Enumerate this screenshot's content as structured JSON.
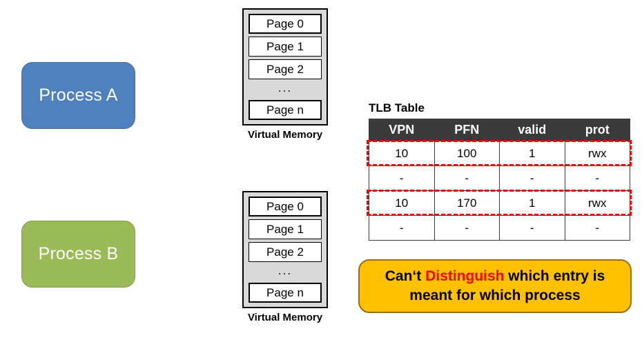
{
  "processes": [
    {
      "label": "Process A",
      "color": "#4E81BD"
    },
    {
      "label": "Process B",
      "color": "#9BBB59"
    }
  ],
  "virtual_memory": {
    "caption": "Virtual Memory",
    "pages": [
      "Page 0",
      "Page 1",
      "Page 2"
    ],
    "ellipsis": "...",
    "last_page": "Page n"
  },
  "tlb": {
    "title": "TLB Table",
    "headers": [
      "VPN",
      "PFN",
      "valid",
      "prot"
    ],
    "rows": [
      {
        "vpn": "10",
        "pfn": "100",
        "valid": "1",
        "prot": "rwx",
        "highlighted": true
      },
      {
        "vpn": "-",
        "pfn": "-",
        "valid": "-",
        "prot": "-",
        "highlighted": false
      },
      {
        "vpn": "10",
        "pfn": "170",
        "valid": "1",
        "prot": "rwx",
        "highlighted": true
      },
      {
        "vpn": "-",
        "pfn": "-",
        "valid": "-",
        "prot": "-",
        "highlighted": false
      }
    ],
    "header_bg": "#3A3A3A",
    "highlight_color": "#FF0000"
  },
  "callout": {
    "text_before": "Can‘t ",
    "text_highlight": "Distinguish",
    "text_after": " which entry is meant for which process",
    "bg": "#FFC000",
    "border": "#9C6B14",
    "highlight_color": "#FF0000"
  }
}
